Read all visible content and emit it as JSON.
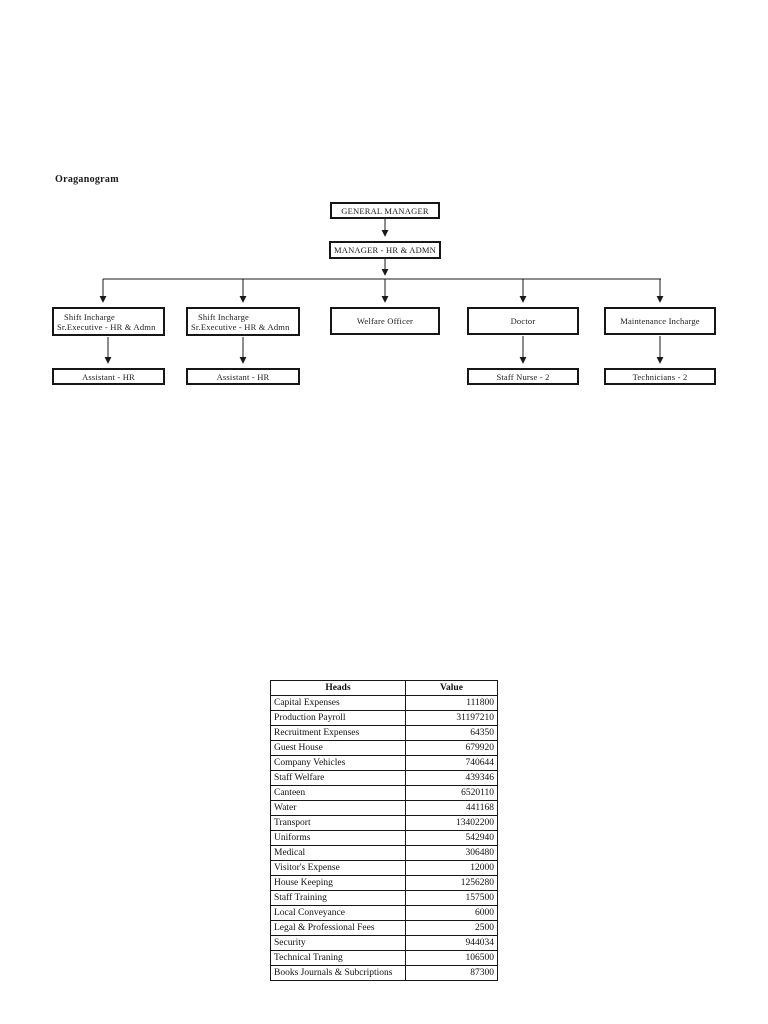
{
  "page": {
    "title": "Oraganogram"
  },
  "org_chart": {
    "nodes": {
      "general_manager": {
        "label": "GENERAL MANAGER"
      },
      "manager_hr_admn": {
        "label": "MANAGER - HR & ADMN"
      },
      "shift_incharge_1": {
        "line1": "Shift Incharge",
        "line2": "Sr.Executive - HR & Admn"
      },
      "shift_incharge_2": {
        "line1": "Shift Incharge",
        "line2": "Sr.Executive - HR & Admn"
      },
      "welfare_officer": {
        "label": "Welfare Officer"
      },
      "doctor": {
        "label": "Doctor"
      },
      "maintenance_incharge": {
        "label": "Maintenance Incharge"
      },
      "assistant_hr_1": {
        "label": "Assistant - HR"
      },
      "assistant_hr_2": {
        "label": "Assistant - HR"
      },
      "staff_nurse": {
        "label": "Staff Nurse - 2"
      },
      "technicians": {
        "label": "Technicians - 2"
      }
    }
  },
  "expenses_table": {
    "headers": [
      "Heads",
      "Value"
    ],
    "rows": [
      [
        "Capital Expenses",
        "111800"
      ],
      [
        "Production Payroll",
        "31197210"
      ],
      [
        "Recruitment Expenses",
        "64350"
      ],
      [
        "Guest House",
        "679920"
      ],
      [
        "Company Vehicles",
        "740644"
      ],
      [
        "Staff Welfare",
        "439346"
      ],
      [
        "Canteen",
        "6520110"
      ],
      [
        "Water",
        "441168"
      ],
      [
        "Transport",
        "13402200"
      ],
      [
        "Uniforms",
        "542940"
      ],
      [
        "Medical",
        "306480"
      ],
      [
        "Visitor's Expense",
        "12000"
      ],
      [
        "House Keeping",
        "1256280"
      ],
      [
        "Staff Training",
        "157500"
      ],
      [
        "Local Conveyance",
        "6000"
      ],
      [
        "Legal & Professional Fees",
        "2500"
      ],
      [
        "Security",
        "944034"
      ],
      [
        "Technical Traning",
        "106500"
      ],
      [
        "Books Journals & Subcriptions",
        "87300"
      ]
    ]
  },
  "colors": {
    "ink": "#1a1a1a",
    "background": "#ffffff"
  }
}
